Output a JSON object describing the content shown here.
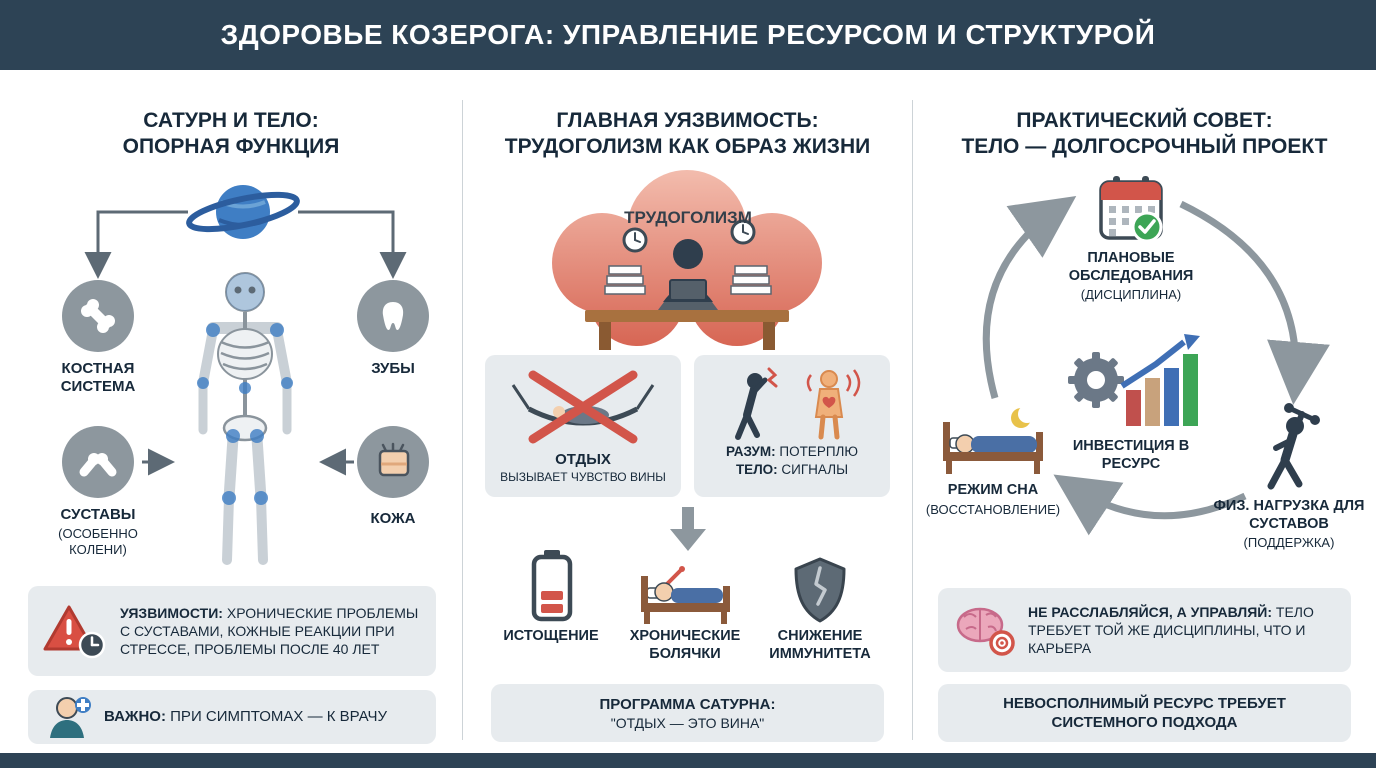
{
  "colors": {
    "header_bg": "#2d4355",
    "panel_bg": "#e7ebee",
    "text_dark": "#17293a",
    "accent_blue": "#3f7ec4",
    "accent_red": "#d2554a",
    "icon_gray": "#8d979e",
    "green": "#3da556"
  },
  "header": {
    "title": "ЗДОРОВЬЕ КОЗЕРОГА: УПРАВЛЕНИЕ РЕСУРСОМ И СТРУКТУРОЙ"
  },
  "saturn_section": {
    "title_line1": "САТУРН И ТЕЛО:",
    "title_line2": "ОПОРНАЯ ФУНКЦИЯ",
    "items": {
      "bones": {
        "label": "КОСТНАЯ СИСТЕМА",
        "icon": "bone-icon"
      },
      "teeth": {
        "label": "ЗУБЫ",
        "icon": "tooth-icon"
      },
      "joints": {
        "label": "СУСТАВЫ",
        "sublabel": "(ОСОБЕННО КОЛЕНИ)",
        "icon": "joint-icon"
      },
      "skin": {
        "label": "КОЖА",
        "icon": "skin-icon"
      }
    },
    "vulnerabilities_box": {
      "lead": "УЯЗВИМОСТИ:",
      "text": " ХРОНИЧЕСКИЕ ПРОБЛЕМЫ С СУСТАВАМИ, КОЖНЫЕ РЕАКЦИИ ПРИ СТРЕССЕ, ПРОБЛЕМЫ ПОСЛЕ 40 ЛЕТ"
    },
    "doctor_box": {
      "lead": "ВАЖНО:",
      "text": " ПРИ СИМПТОМАХ — К ВРАЧУ"
    }
  },
  "workaholism_section": {
    "title_line1": "ГЛАВНАЯ УЯЗВИМОСТЬ:",
    "title_line2": "ТРУДОГОЛИЗМ КАК ОБРАЗ ЖИЗНИ",
    "cloud_label": "ТРУДОГОЛИЗМ",
    "rest_box": {
      "lead": "ОТДЫХ",
      "text": "ВЫЗЫВАЕТ ЧУВСТВО ВИНЫ"
    },
    "mind_box": {
      "line1_lead": "РАЗУМ:",
      "line1_text": " ПОТЕРПЛЮ",
      "line2_lead": "ТЕЛО:",
      "line2_text": " СИГНАЛЫ"
    },
    "consequences": [
      {
        "label": "ИСТОЩЕНИЕ",
        "icon": "battery-low-icon"
      },
      {
        "label": "ХРОНИЧЕСКИЕ БОЛЯЧКИ",
        "icon": "sickbed-icon"
      },
      {
        "label": "СНИЖЕНИЕ ИММУНИТЕТА",
        "icon": "broken-shield-icon"
      }
    ],
    "program_box": {
      "line1": "ПРОГРАММА САТУРНА:",
      "line2": "\"ОТДЫХ — ЭТО ВИНА\""
    }
  },
  "advice_section": {
    "title_line1": "ПРАКТИЧЕСКИЙ СОВЕТ:",
    "title_line2": "ТЕЛО — ДОЛГОСРОЧНЫЙ ПРОЕКТ",
    "cycle": {
      "checkups": {
        "label": "ПЛАНОВЫЕ ОБСЛЕДОВАНИЯ",
        "sublabel": "(ДИСЦИПЛИНА)",
        "icon": "calendar-checkup-icon"
      },
      "investment": {
        "label": "ИНВЕСТИЦИЯ В РЕСУРС",
        "icon": "gear-chart-icon"
      },
      "sleep": {
        "label": "РЕЖИМ СНА",
        "sublabel": "(ВОССТАНОВЛЕНИЕ)",
        "icon": "sleep-bed-icon"
      },
      "exercise": {
        "label": "ФИЗ. НАГРУЗКА ДЛЯ СУСТАВОВ",
        "sublabel": "(ПОДДЕРЖКА)",
        "icon": "exercise-icon"
      }
    },
    "manage_box": {
      "lead": "НЕ РАССЛАБЛЯЙСЯ, А УПРАВЛЯЙ:",
      "text": " ТЕЛО ТРЕБУЕТ ТОЙ ЖЕ ДИСЦИПЛИНЫ, ЧТО И КАРЬЕРА"
    },
    "resource_box": {
      "text": "НЕВОСПОЛНИМЫЙ РЕСУРС ТРЕБУЕТ СИСТЕМНОГО ПОДХОДА"
    }
  }
}
